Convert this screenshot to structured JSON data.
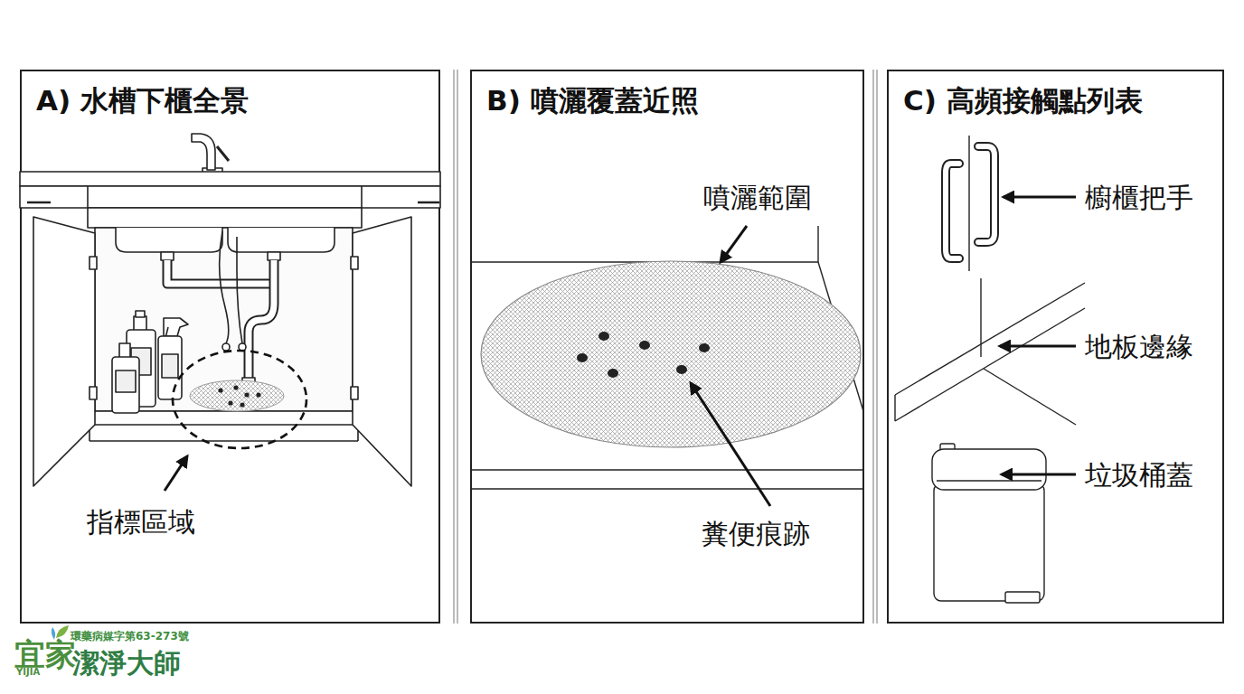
{
  "diagram": {
    "nodes": [
      {
        "text": [
          "A) 水槽下櫃全景"
        ]
      },
      {
        "text": [
          "B) 噴灑覆蓋近照"
        ]
      },
      {
        "text": [
          "C) 高頻接觸點列表"
        ]
      }
    ],
    "labels": [
      "指標區域",
      "噴灑範圍",
      "糞便痕跡",
      "櫥櫃把手",
      "地板邊緣",
      "垃圾桶蓋",
      "環藥病媒字第63-273號",
      "宜家",
      "YIJIA",
      "潔淨大師"
    ]
  }
}
